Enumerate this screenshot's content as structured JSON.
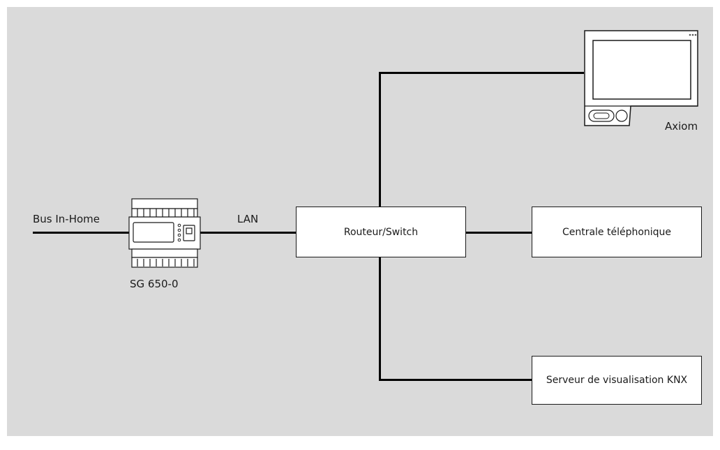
{
  "diagram": {
    "bus_label": "Bus In-Home",
    "lan_label": "LAN",
    "gateway_label": "SG 650-0",
    "router_label": "Routeur/Switch",
    "pbx_label": "Centrale téléphonique",
    "knx_label": "Serveur de visualisation KNX",
    "monitor_label": "Axiom"
  },
  "icons": {
    "gateway": "din-rail-gateway-icon",
    "monitor": "indoor-monitor-icon"
  },
  "colors": {
    "background": "#dadada",
    "line": "#000000",
    "box": "#ffffff"
  }
}
